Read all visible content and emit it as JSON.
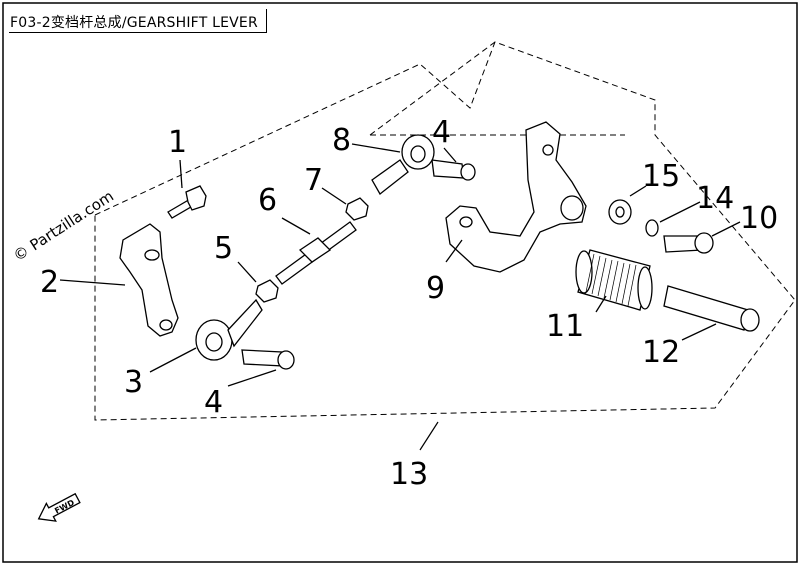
{
  "title": "F03-2变档杆总成/GEARSHIFT LEVER",
  "watermark": "© Partzilla.com",
  "fwd_label": "FWD",
  "callouts": [
    {
      "label": "1"
    },
    {
      "label": "2"
    },
    {
      "label": "3"
    },
    {
      "label": "4"
    },
    {
      "label": "4"
    },
    {
      "label": "5"
    },
    {
      "label": "6"
    },
    {
      "label": "7"
    },
    {
      "label": "8"
    },
    {
      "label": "9"
    },
    {
      "label": "10"
    },
    {
      "label": "11"
    },
    {
      "label": "12"
    },
    {
      "label": "13"
    },
    {
      "label": "14"
    },
    {
      "label": "15"
    }
  ]
}
